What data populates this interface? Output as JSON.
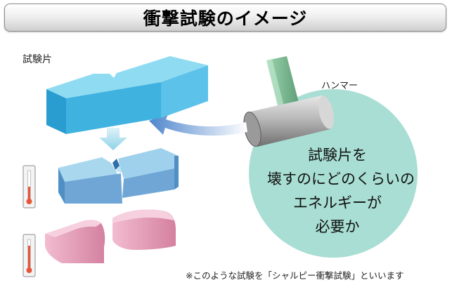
{
  "title": "衝撃試験のイメージ",
  "labels": {
    "specimen": "試験片",
    "hammer": "ハンマー"
  },
  "energy_question": {
    "line1": "試験片を",
    "line2": "壊すのにどのくらいの",
    "line3": "エネルギーが",
    "line4": "必要か"
  },
  "footnote": "※このような試験を「シャルピー衝撃試験」といいます",
  "colors": {
    "specimen_top": "#8fdcf2",
    "specimen_front": "#3fb2e0",
    "specimen_cold": "#6fa6d6",
    "specimen_warm": "#e8a0bd",
    "hammer_handle": "#7fc49a",
    "energy_circle": "#a8ded3",
    "arrow_blue": "#5a8fd0",
    "thermometer_red": "#e8553a"
  }
}
